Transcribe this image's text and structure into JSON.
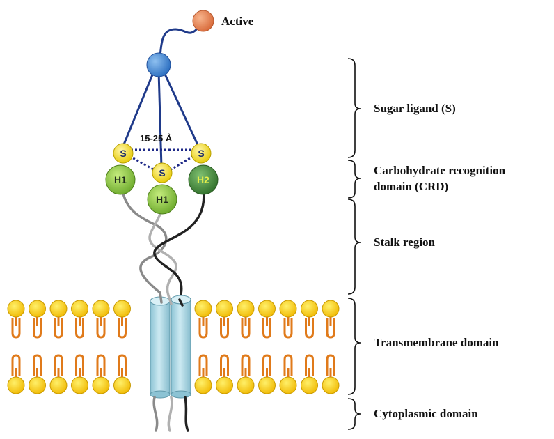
{
  "active_label": "Active",
  "distance_label": "15-25 Å",
  "ligand_symbol": "S",
  "domains": {
    "h1_left": "H1",
    "h1_center": "H1",
    "h2_right": "H2"
  },
  "regions": {
    "sugar_ligand": "Sugar ligand (S)",
    "crd_line1": "Carbohydrate recognition",
    "crd_line2": "domain (CRD)",
    "stalk": "Stalk region",
    "transmembrane": "Transmembrane  domain",
    "cytoplasmic": "Cytoplasmic  domain"
  },
  "colors": {
    "active_ball": "#e8875a",
    "hub_ball": "#3f87d6",
    "linker": "#1f3a8a",
    "ligand_yellow": "#f3e21c",
    "h1_green": "#8cc63f",
    "h2_green": "#3f8a3a",
    "lipid_head": "#f5c400",
    "lipid_tail": "#e07a1a",
    "helix_cyan": "#a9d9e6"
  }
}
